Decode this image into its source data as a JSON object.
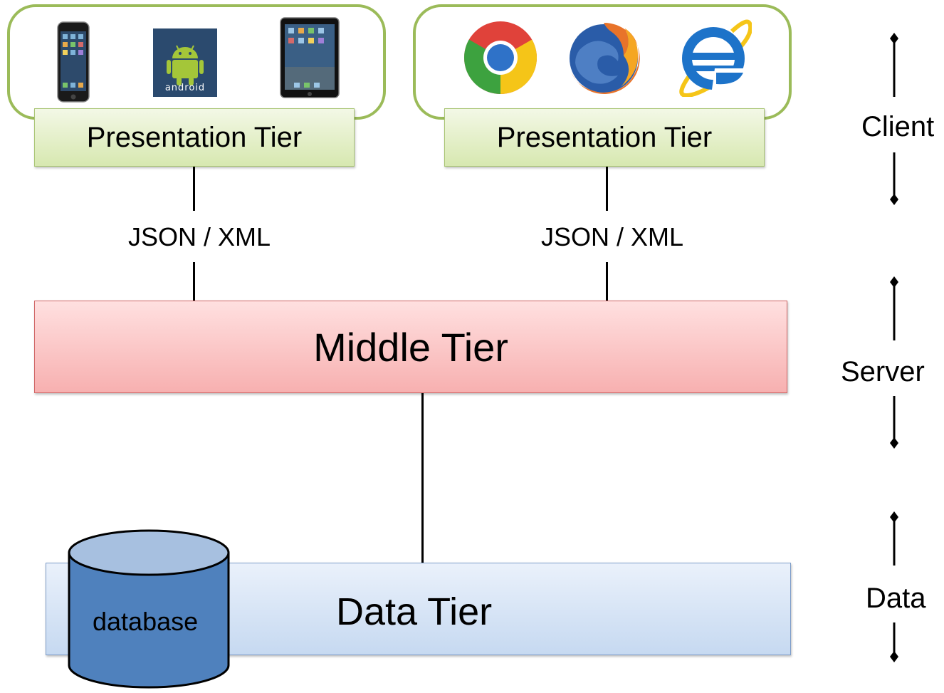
{
  "client_groups": [
    {
      "icons": [
        "iphone-icon",
        "android-icon",
        "ipad-icon"
      ],
      "android_logo_text": "android",
      "tier_label": "Presentation Tier",
      "protocol_label": "JSON / XML"
    },
    {
      "icons": [
        "chrome-icon",
        "firefox-icon",
        "internet-explorer-icon"
      ],
      "tier_label": "Presentation Tier",
      "protocol_label": "JSON / XML"
    }
  ],
  "middle_tier": {
    "label": "Middle Tier"
  },
  "data_tier": {
    "label": "Data Tier",
    "database_label": "database"
  },
  "side_labels": {
    "client": "Client",
    "server": "Server",
    "data": "Data"
  },
  "colors": {
    "client_border": "#9bbb59",
    "presentation_fill": "#d7e8b0",
    "middle_fill": "#f7b0b0",
    "middle_border": "#d06464",
    "data_fill": "#c6d9f1",
    "database_fill": "#4f81bd"
  }
}
